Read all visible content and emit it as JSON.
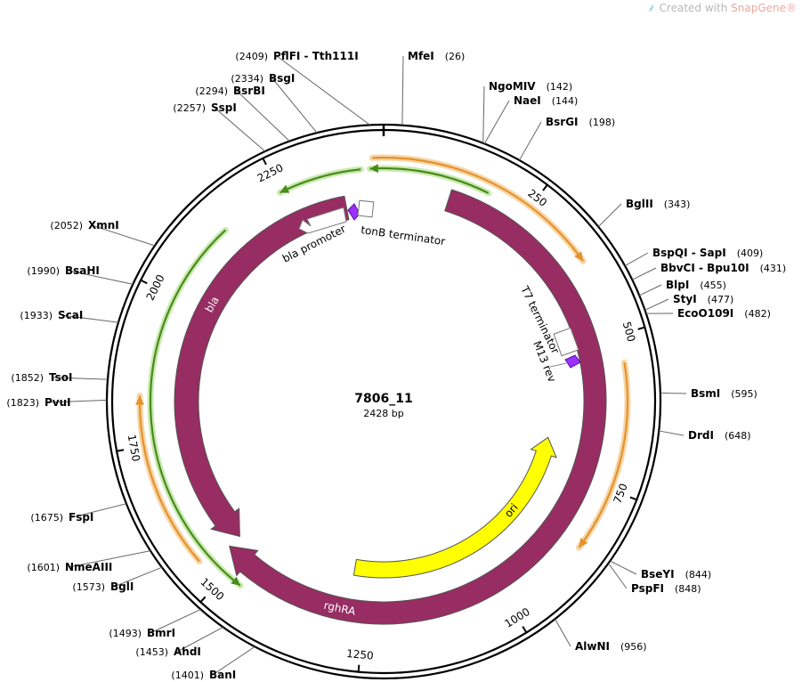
{
  "watermark": {
    "prefix": "Created with ",
    "brand": "SnapGene",
    "suffix": "®"
  },
  "plasmid": {
    "name": "7806_11",
    "length": 2428,
    "length_label": "2428 bp",
    "ticks": [
      250,
      500,
      750,
      1000,
      1250,
      1500,
      1750,
      2000,
      2250
    ]
  },
  "sites": [
    {
      "name": "PflFI  - Tth111I",
      "pos": 2409,
      "pos_label": "(2409)",
      "side": "left"
    },
    {
      "name": "MfeI",
      "pos": 26,
      "pos_label": "(26)",
      "side": "right"
    },
    {
      "name": "BsgI",
      "pos": 2334,
      "pos_label": "(2334)",
      "side": "left"
    },
    {
      "name": "BsrBI",
      "pos": 2294,
      "pos_label": "(2294)",
      "side": "left"
    },
    {
      "name": "SspI",
      "pos": 2257,
      "pos_label": "(2257)",
      "side": "left"
    },
    {
      "name": "NgoMIV",
      "pos": 142,
      "pos_label": "(142)",
      "side": "right"
    },
    {
      "name": "NaeI",
      "pos": 144,
      "pos_label": "(144)",
      "side": "right"
    },
    {
      "name": "BsrGI",
      "pos": 198,
      "pos_label": "(198)",
      "side": "right"
    },
    {
      "name": "BglII",
      "pos": 343,
      "pos_label": "(343)",
      "side": "right"
    },
    {
      "name": "BspQI  - SapI",
      "pos": 409,
      "pos_label": "(409)",
      "side": "right"
    },
    {
      "name": "BbvCI  - Bpu10I",
      "pos": 431,
      "pos_label": "(431)",
      "side": "right"
    },
    {
      "name": "BlpI",
      "pos": 455,
      "pos_label": "(455)",
      "side": "right"
    },
    {
      "name": "StyI",
      "pos": 477,
      "pos_label": "(477)",
      "side": "right"
    },
    {
      "name": "EcoO109I",
      "pos": 482,
      "pos_label": "(482)",
      "side": "right"
    },
    {
      "name": "BsmI",
      "pos": 595,
      "pos_label": "(595)",
      "side": "right"
    },
    {
      "name": "DrdI",
      "pos": 648,
      "pos_label": "(648)",
      "side": "right"
    },
    {
      "name": "BseYI",
      "pos": 844,
      "pos_label": "(844)",
      "side": "right"
    },
    {
      "name": "PspFI",
      "pos": 848,
      "pos_label": "(848)",
      "side": "right"
    },
    {
      "name": "AlwNI",
      "pos": 956,
      "pos_label": "(956)",
      "side": "right"
    },
    {
      "name": "BanI",
      "pos": 1401,
      "pos_label": "(1401)",
      "side": "left"
    },
    {
      "name": "AhdI",
      "pos": 1453,
      "pos_label": "(1453)",
      "side": "left"
    },
    {
      "name": "BmrI",
      "pos": 1493,
      "pos_label": "(1493)",
      "side": "left"
    },
    {
      "name": "BglI",
      "pos": 1573,
      "pos_label": "(1573)",
      "side": "left"
    },
    {
      "name": "NmeAIII",
      "pos": 1601,
      "pos_label": "(1601)",
      "side": "left"
    },
    {
      "name": "FspI",
      "pos": 1675,
      "pos_label": "(1675)",
      "side": "left"
    },
    {
      "name": "PvuI",
      "pos": 1823,
      "pos_label": "(1823)",
      "side": "left"
    },
    {
      "name": "TsoI",
      "pos": 1852,
      "pos_label": "(1852)",
      "side": "left"
    },
    {
      "name": "ScaI",
      "pos": 1933,
      "pos_label": "(1933)",
      "side": "left"
    },
    {
      "name": "BsaHI",
      "pos": 1990,
      "pos_label": "(1990)",
      "side": "left"
    },
    {
      "name": "XmnI",
      "pos": 2052,
      "pos_label": "(2052)",
      "side": "left"
    }
  ],
  "features": [
    {
      "name": "rghRA",
      "start": 120,
      "end": 1530,
      "direction": "forward",
      "color": "#972d62",
      "label": "rghRA"
    },
    {
      "name": "bla",
      "start": 1530,
      "end": 2355,
      "direction": "reverse",
      "color": "#972d62",
      "label": "bla"
    },
    {
      "name": "ori",
      "start": 690,
      "end": 1280,
      "direction": "reverse",
      "color": "#ffff00",
      "label": "ori"
    }
  ],
  "small_features": [
    {
      "name": "bla promoter",
      "label": "bla promoter",
      "color": "#ffffff"
    },
    {
      "name": "tonB terminator",
      "label": "tonB terminator",
      "color": "#ffffff"
    },
    {
      "name": "T7 terminator",
      "label": "T7 terminator",
      "color": "#ffffff"
    },
    {
      "name": "M13 rev",
      "label": "M13 rev",
      "color": "#9b30ff"
    }
  ],
  "orfs": [
    {
      "start": 2410,
      "end": 370,
      "color": "#e5922d",
      "outline": "#f6d6a6"
    },
    {
      "start": 545,
      "end": 855,
      "color": "#e5922d",
      "outline": "#f6d6a6"
    },
    {
      "start": 1545,
      "end": 1830,
      "color": "#e5922d",
      "outline": "#f6d6a6"
    },
    {
      "start": 1470,
      "end": 2140,
      "color": "#4a8a1a",
      "outline": "#c9eab0"
    },
    {
      "start": 2250,
      "end": 2390,
      "color": "#4a8a1a",
      "outline": "#c9eab0"
    },
    {
      "start": 2405,
      "end": 180,
      "color": "#4a8a1a",
      "outline": "#c9eab0"
    }
  ]
}
